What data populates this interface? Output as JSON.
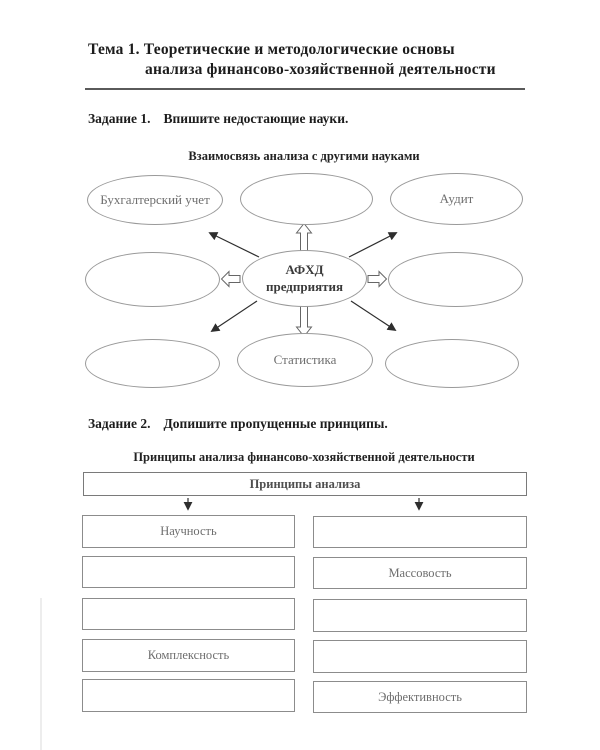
{
  "header": {
    "line1": "Тема 1. Теоретические и методологические основы",
    "line2": "анализа финансово-хозяйственной деятельности"
  },
  "task1": {
    "label": "Задание 1.",
    "instruction": "Впишите недостающие науки.",
    "diagram": {
      "caption": "Взаимосвязь анализа с другими науками",
      "center_label": "АФХД предприятия",
      "ellipses": [
        {
          "position": "top-left",
          "label": "Бухгалтерский учет"
        },
        {
          "position": "top-center",
          "label": ""
        },
        {
          "position": "top-right",
          "label": "Аудит"
        },
        {
          "position": "middle-left",
          "label": ""
        },
        {
          "position": "middle-right",
          "label": ""
        },
        {
          "position": "bottom-left",
          "label": ""
        },
        {
          "position": "bottom-center",
          "label": "Статистика"
        },
        {
          "position": "bottom-right",
          "label": ""
        }
      ]
    }
  },
  "task2": {
    "label": "Задание 2.",
    "instruction": "Допишите пропущенные принципы.",
    "caption": "Принципы анализа финансово-хозяйственной деятельности",
    "root_label": "Принципы анализа",
    "left_column": [
      "Научность",
      "",
      "",
      "Комплексность",
      ""
    ],
    "right_column": [
      "",
      "Массовость",
      "",
      "",
      "Эффективность"
    ]
  },
  "colors": {
    "heading_text": "#1c1c1c",
    "label_text": "#6e6e6e",
    "shape_line": "#8c8c8c",
    "arrow": "#2e2e2e",
    "background": "#ffffff"
  }
}
